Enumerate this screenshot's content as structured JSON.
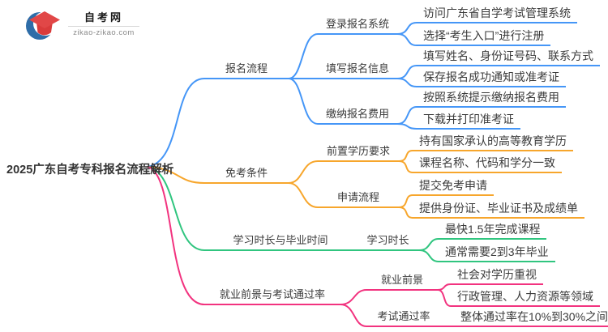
{
  "logo": {
    "title": "自考网",
    "domain": "zikao-zikao.com",
    "icon": "graduation-cap-icon",
    "colors": {
      "swoosh_blue": "#2E6DA8",
      "cap_red": "#E14747",
      "cap_base_red": "#D93B3B"
    }
  },
  "root": {
    "label": "2025广东自考专科报名流程解析"
  },
  "branches": [
    {
      "label": "报名流程",
      "color": "#4596F7",
      "children": [
        {
          "label": "登录报名系统",
          "children": [
            {
              "label": "访问广东省自学考试管理系统"
            },
            {
              "label": "选择“考生入口”进行注册"
            }
          ]
        },
        {
          "label": "填写报名信息",
          "children": [
            {
              "label": "填写姓名、身份证号码、联系方式"
            },
            {
              "label": "保存报名成功通知或准考证"
            }
          ]
        },
        {
          "label": "缴纳报名费用",
          "children": [
            {
              "label": "按照系统提示缴纳报名费用"
            },
            {
              "label": "下载并打印准考证"
            }
          ]
        }
      ]
    },
    {
      "label": "免考条件",
      "color": "#F7A62C",
      "children": [
        {
          "label": "前置学历要求",
          "children": [
            {
              "label": "持有国家承认的高等教育学历"
            },
            {
              "label": "课程名称、代码和学分一致"
            }
          ]
        },
        {
          "label": "申请流程",
          "children": [
            {
              "label": "提交免考申请"
            },
            {
              "label": "提供身份证、毕业证书及成绩单"
            }
          ]
        }
      ]
    },
    {
      "label": "学习时长与毕业时间",
      "color": "#30C57F",
      "children": [
        {
          "label": "学习时长",
          "children": [
            {
              "label": "最快1.5年完成课程"
            },
            {
              "label": "通常需要2到3年毕业"
            }
          ]
        }
      ]
    },
    {
      "label": "就业前景与考试通过率",
      "color": "#F2337F",
      "children": [
        {
          "label": "就业前景",
          "children": [
            {
              "label": "社会对学历重视"
            },
            {
              "label": "行政管理、人力资源等领域"
            }
          ]
        },
        {
          "label": "考试通过率",
          "children": [
            {
              "label": "整体通过率在10%到30%之间"
            }
          ]
        }
      ]
    }
  ]
}
